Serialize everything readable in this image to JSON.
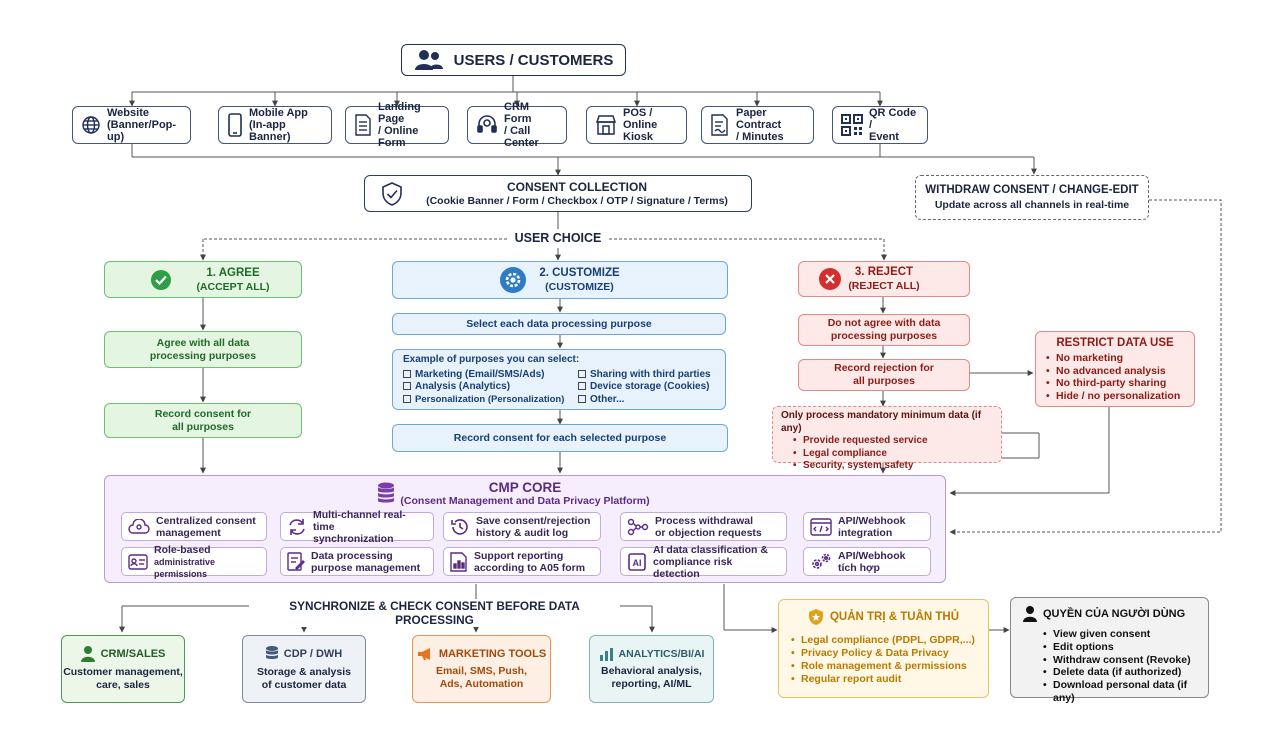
{
  "users": {
    "title": "USERS / CUSTOMERS"
  },
  "channels": [
    {
      "line1": "Website",
      "line2": "(Banner/Pop-up)"
    },
    {
      "line1": "Mobile App",
      "line2": "(In-app Banner)"
    },
    {
      "line1": "Landing Page",
      "line2": "/ Online Form"
    },
    {
      "line1": "CRM Form",
      "line2": "/ Call Center"
    },
    {
      "line1": "POS / Online",
      "line2": "Kiosk"
    },
    {
      "line1": "Paper Contract",
      "line2": "/ Minutes"
    },
    {
      "line1": "QR Code /",
      "line2": "Event"
    }
  ],
  "consent_collection": {
    "title": "CONSENT COLLECTION",
    "subtitle": "(Cookie Banner / Form / Checkbox / OTP / Signature / Terms)"
  },
  "withdraw": {
    "title": "WITHDRAW CONSENT / CHANGE-EDIT",
    "subtitle": "Update across all channels in real-time"
  },
  "user_choice": "USER CHOICE",
  "agree": {
    "title": "1. AGREE",
    "subtitle": "(ACCEPT ALL)",
    "step1_l1": "Agree with all data",
    "step1_l2": "processing purposes",
    "step2_l1": "Record consent for",
    "step2_l2": "all purposes"
  },
  "customize": {
    "title": "2. CUSTOMIZE",
    "subtitle": "(CUSTOMIZE)",
    "step1": "Select each data processing purpose",
    "examples_title": "Example of purposes you can select:",
    "left_items": [
      "Marketing (Email/SMS/Ads)",
      "Analysis (Analytics)",
      "Personalization (Personalization)"
    ],
    "right_items": [
      "Sharing with third parties",
      "Device storage (Cookies)",
      "Other..."
    ],
    "step3": "Record consent for each selected purpose"
  },
  "reject": {
    "title": "3. REJECT",
    "subtitle": "(REJECT ALL)",
    "step1_l1": "Do not agree with data",
    "step1_l2": "processing purposes",
    "step2_l1": "Record rejection for",
    "step2_l2": "all purposes",
    "mandatory_title": "Only process mandatory minimum data (if any)",
    "mandatory_items": [
      "Provide requested service",
      "Legal compliance",
      "Security, system safety"
    ]
  },
  "restrict": {
    "title": "RESTRICT DATA USE",
    "items": [
      "No marketing",
      "No advanced analysis",
      "No third-party sharing",
      "Hide / no personalization"
    ]
  },
  "cmp": {
    "title": "CMP CORE",
    "subtitle": "(Consent Management and Data Privacy Platform)",
    "features": [
      {
        "l1": "Centralized consent",
        "l2": "management"
      },
      {
        "l1": "Multi-channel real-time",
        "l2": "synchronization"
      },
      {
        "l1": "Save consent/rejection",
        "l2": "history & audit log"
      },
      {
        "l1": "Process withdrawal",
        "l2": "or objection requests"
      },
      {
        "l1": "API/Webhook",
        "l2": "integration"
      },
      {
        "l1": "Role-based",
        "l2": "administrative permissions"
      },
      {
        "l1": "Data processing",
        "l2": "purpose management"
      },
      {
        "l1": "Support reporting",
        "l2": "according to A05 form"
      },
      {
        "l1": "AI data classification &",
        "l2": "compliance risk detection"
      },
      {
        "l1": "API/Webhook",
        "l2": "tích hợp"
      }
    ]
  },
  "sync": "SYNCHRONIZE & CHECK CONSENT BEFORE DATA PROCESSING",
  "systems": [
    {
      "title": "CRM/SALES",
      "l1": "Customer management,",
      "l2": "care, sales",
      "color": "#2e7d32"
    },
    {
      "title": "CDP / DWH",
      "l1": "Storage & analysis",
      "l2": "of customer data",
      "color": "#455a7a"
    },
    {
      "title": "MARKETING TOOLS",
      "l1": "Email, SMS, Push,",
      "l2": "Ads, Automation",
      "color": "#e8741f"
    },
    {
      "title": "ANALYTICS/BI/AI",
      "l1": "Behavioral analysis,",
      "l2": "reporting, AI/ML",
      "color": "#3d7f86"
    }
  ],
  "governance": {
    "title": "QUẢN TRỊ & TUÂN THỦ",
    "items": [
      "Legal compliance (PDPL, GDPR,...)",
      "Privacy Policy & Data Privacy",
      "Role management & permissions",
      "Regular report audit"
    ]
  },
  "rights": {
    "title": "QUYỀN CỦA NGƯỜI DÙNG",
    "items": [
      "View given consent",
      "Edit options",
      "Withdraw consent (Revoke)",
      "Delete data (if authorized)",
      "Download personal data (if any)"
    ]
  },
  "colors": {
    "navy": "#1f2f57",
    "agree": "#2e9e47",
    "customize": "#2e7cc4",
    "reject": "#d32f2f",
    "cmp": "#7b3fa8",
    "gold": "#c9880a"
  }
}
